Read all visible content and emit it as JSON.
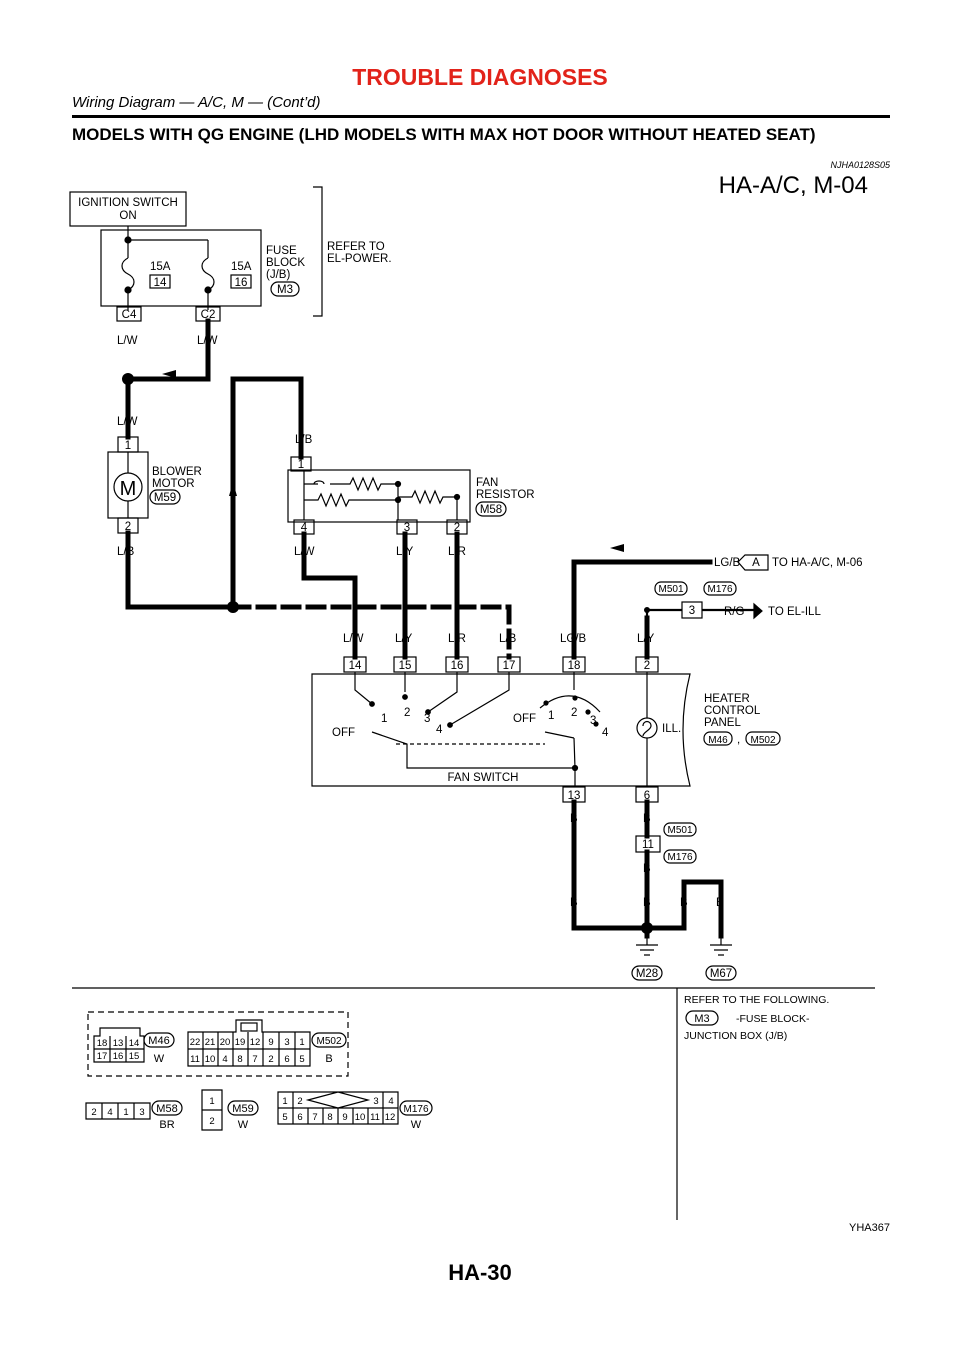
{
  "header": {
    "title": "TROUBLE DIAGNOSES",
    "subtitle": "Wiring Diagram — A/C, M — (Cont’d)"
  },
  "section": {
    "title": "MODELS WITH QG ENGINE (LHD MODELS WITH MAX HOT DOOR WITHOUT HEATED SEAT)",
    "code": "NJHA0128S05"
  },
  "diagram_code": "HA-A/C, M-04",
  "components": {
    "ignition_switch": {
      "line1": "IGNITION SWITCH",
      "line2": "ON"
    },
    "fuse_block": {
      "line1": "FUSE",
      "line2": "BLOCK",
      "line3": "(J/B)",
      "connector": "M3"
    },
    "fuse_left": {
      "rating": "15A",
      "number": "14",
      "terminal": "C4"
    },
    "fuse_right": {
      "rating": "15A",
      "number": "16",
      "terminal": "C2"
    },
    "refer_power": {
      "line1": "REFER TO",
      "line2": "EL-POWER."
    },
    "blower_motor": {
      "line1": "BLOWER",
      "line2": "MOTOR",
      "connector": "M59",
      "symbol": "M",
      "pin_top": "1",
      "pin_bottom": "2"
    },
    "fan_resistor": {
      "line1": "FAN",
      "line2": "RESISTOR",
      "connector": "M58",
      "pin_top": "1",
      "pin_a": "4",
      "pin_b": "3",
      "pin_c": "2"
    },
    "heater_panel": {
      "line1": "HEATER",
      "line2": "CONTROL",
      "line3": "PANEL",
      "conn_a": "M46",
      "sep": ",",
      "conn_b": "M502",
      "illum": "ILL.",
      "fan_switch": "FAN SWITCH"
    },
    "joint_connector": {
      "conn_a": "M501",
      "conn_b": "M176",
      "pin_top": "3",
      "pin_bottom": "11"
    },
    "ground_left": "M28",
    "ground_right": "M67"
  },
  "wires": {
    "lw": "L/W",
    "lb": "L/B",
    "ly": "L/Y",
    "lr": "L/R",
    "lgb": "LG/B",
    "rg": "R/G",
    "b": "B"
  },
  "panel_pins": {
    "top": [
      "14",
      "15",
      "16",
      "17",
      "18",
      "2"
    ],
    "bottom_left": "13",
    "bottom_right": "6"
  },
  "switch_positions": {
    "off": "OFF",
    "p1": "1",
    "p2": "2",
    "p3": "3",
    "p4": "4"
  },
  "destinations": {
    "a_letter": "A",
    "a_text": "TO HA-A/C, M-06",
    "ill_text": "TO EL-ILL"
  },
  "connector_views": {
    "m46": {
      "id": "M46",
      "color": "W",
      "row1": [
        "18",
        "13",
        "14"
      ],
      "row2": [
        "17",
        "16",
        "15"
      ]
    },
    "m502": {
      "id": "M502",
      "color": "B",
      "row1": [
        "22",
        "21",
        "20",
        "19",
        "12",
        "9",
        "3",
        "1"
      ],
      "row2": [
        "11",
        "10",
        "4",
        "8",
        "7",
        "2",
        "6",
        "5"
      ]
    },
    "m58": {
      "id": "M58",
      "color": "BR",
      "cells": [
        "2",
        "4",
        "1",
        "3"
      ]
    },
    "m59": {
      "id": "M59",
      "color": "W",
      "cells": [
        "1",
        "2"
      ]
    },
    "m176": {
      "id": "M176",
      "color": "W",
      "row1": [
        "1",
        "2",
        "3",
        "4"
      ],
      "row2": [
        "5",
        "6",
        "7",
        "8",
        "9",
        "10",
        "11",
        "12"
      ]
    }
  },
  "reference": {
    "line1": "REFER TO THE FOLLOWING.",
    "conn": "M3",
    "fuse": "-FUSE BLOCK-",
    "jb": "JUNCTION BOX (J/B)"
  },
  "figure_code": "YHA367",
  "page_number": "HA-30"
}
